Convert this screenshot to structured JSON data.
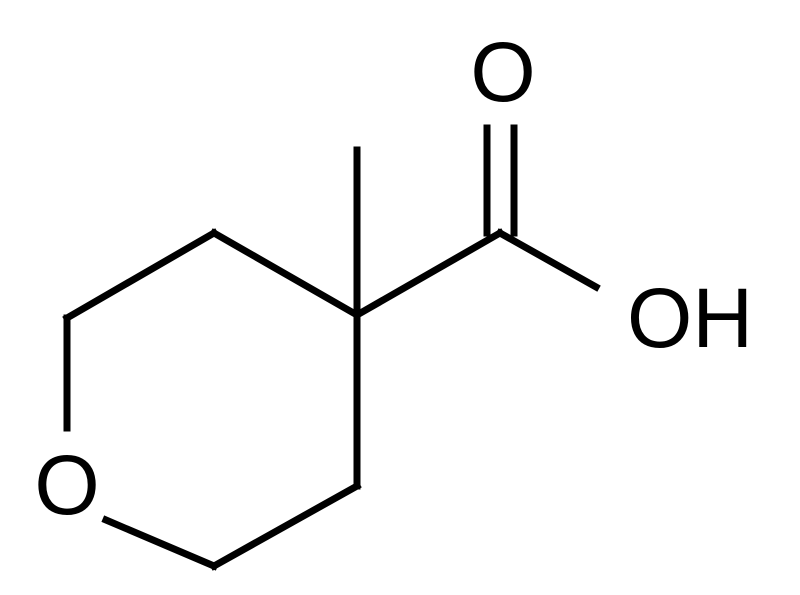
{
  "atoms": {
    "ring_oxygen": "O",
    "carbonyl_oxygen": "O",
    "hydroxyl": "OH"
  },
  "colors": {
    "bond": "#000000",
    "label": "#000000",
    "background": "#ffffff"
  }
}
